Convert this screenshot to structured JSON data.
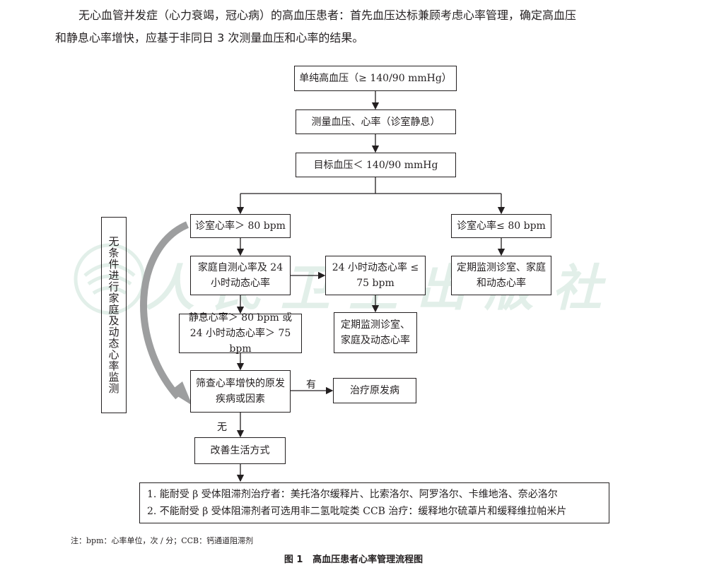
{
  "intro": {
    "line1": "无心血管并发症（心力衰竭，冠心病）的高血压患者：首先血压达标兼顾考虑心率管理，确定高血压",
    "line2": "和静息心率增快，应基于非同日 3 次测量血压和心率的结果。"
  },
  "watermark": {
    "text": "人民卫生出版社"
  },
  "flow": {
    "nodes": {
      "start": "单纯高血压（≥ 140/90 mmHg）",
      "measure": "测量血压、心率（诊室静息）",
      "target": "目标血压＜ 140/90 mmHg",
      "hr_high": "诊室心率＞ 80 bpm",
      "hr_low": "诊室心率≤ 80 bpm",
      "home_24h": "家庭自测心率及 24 小时动态心率",
      "abpm_ok": "24 小时动态心率 ≤ 75 bpm",
      "monitor_regular": "定期监测诊室、家庭和动态心率",
      "resting_high": "静息心率＞ 80 bpm 或 24 小时动态心率＞ 75 bpm",
      "monitor_regular_2": "定期监测诊室、家庭及动态心率",
      "screen": "筛查心率增快的原发疾病或因素",
      "treat": "治疗原发病",
      "lifestyle": "改善生活方式",
      "side": "无条件进行家庭及动态心率监测"
    },
    "edge_labels": {
      "yes": "有",
      "no": "无"
    },
    "notes": [
      "1.  能耐受 β 受体阻滞剂治疗者：美托洛尔缓释片、比索洛尔、阿罗洛尔、卡维地洛、奈必洛尔",
      "2.  不能耐受 β 受体阻滞剂者可选用非二氢吡啶类 CCB 治疗：缓释地尔硫䓬片和缓释维拉帕米片"
    ]
  },
  "footnote": "注：bpm：心率单位，次 / 分；CCB：钙通道阻滞剂",
  "caption": {
    "label": "图 1",
    "title": "高血压患者心率管理流程图"
  },
  "colors": {
    "line": "#231f20",
    "arrow_gray": "#9d9e9f",
    "watermark": "#e2efe9"
  }
}
